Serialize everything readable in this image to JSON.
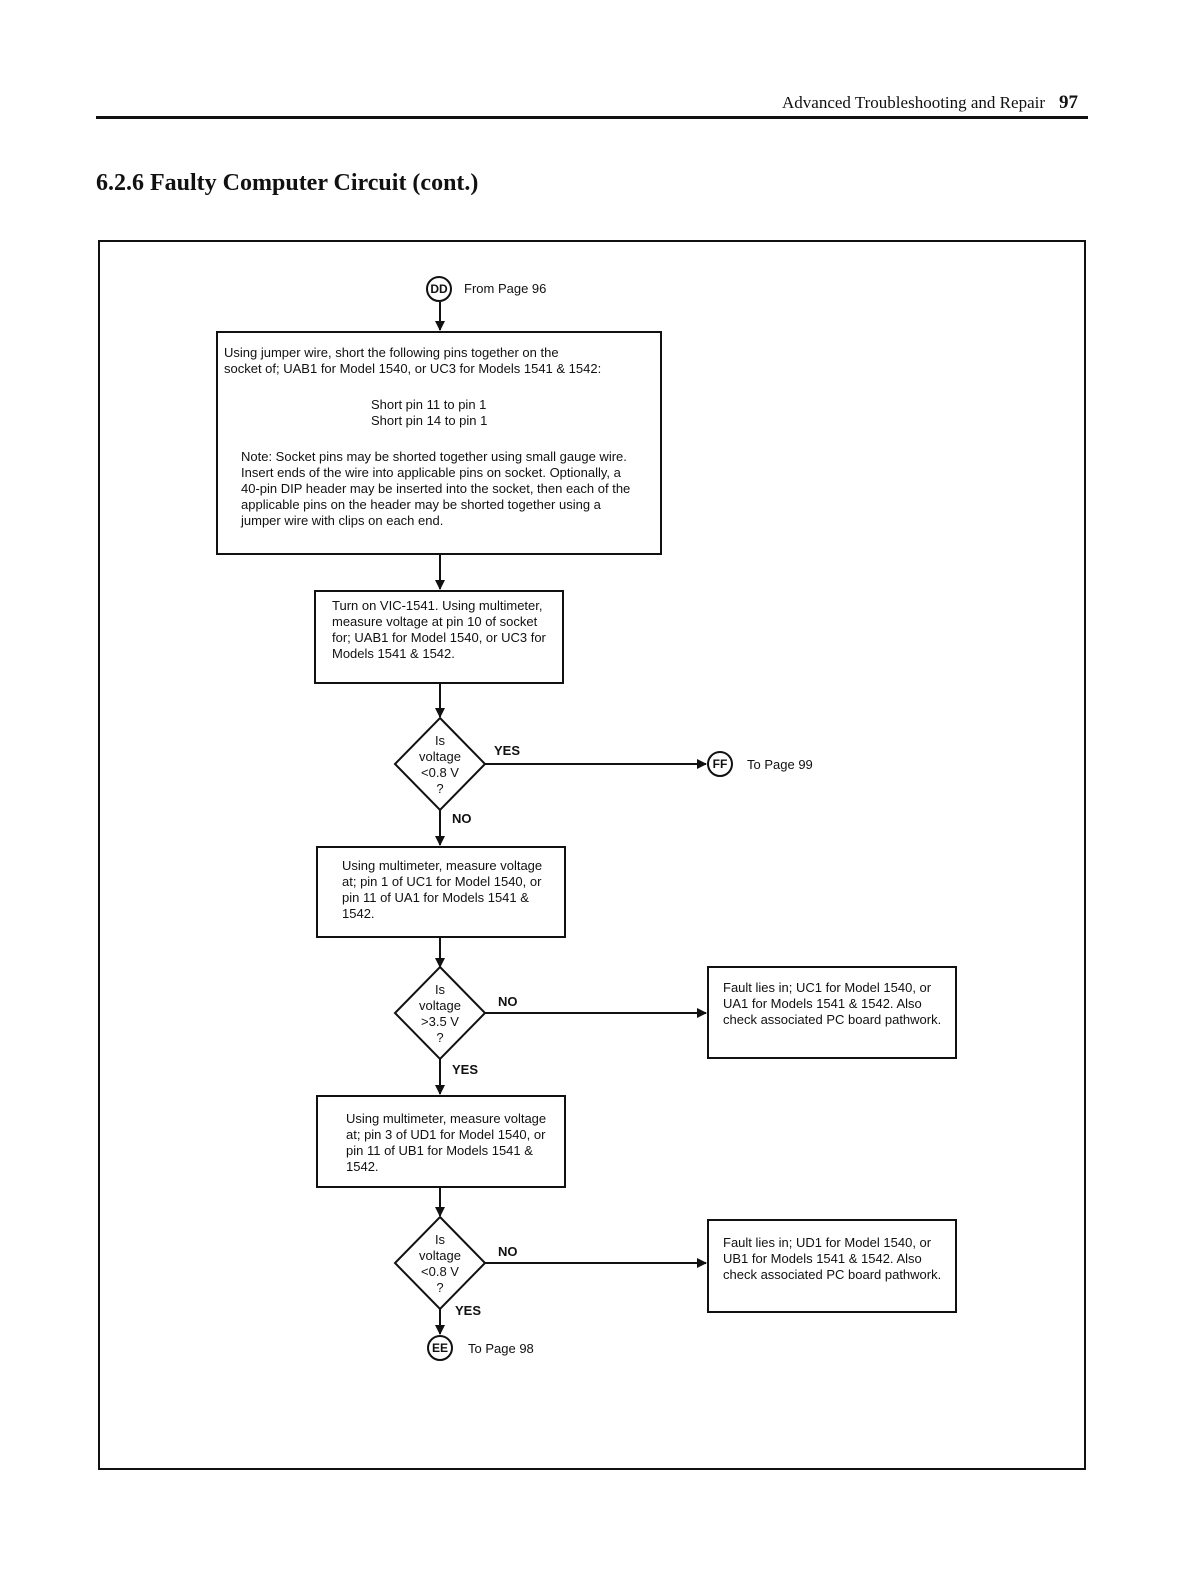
{
  "header": {
    "running_title": "Advanced Troubleshooting and Repair",
    "page_number": "97"
  },
  "section": {
    "title": "6.2.6  Faulty Computer Circuit (cont.)"
  },
  "flow": {
    "start": {
      "id": "DD",
      "label": "From Page 96"
    },
    "box1": {
      "line1": "Using jumper wire, short the following pins together on the",
      "line2": "socket of; UAB1 for Model 1540, or UC3 for Models 1541 & 1542:",
      "short1": "Short pin 11 to pin 1",
      "short2": "Short pin 14 to pin 1",
      "note": "Note: Socket pins may be shorted together using small gauge wire.  Insert ends of the wire into applicable pins on socket.  Optionally, a 40-pin DIP header may be inserted into the socket, then each of the applicable pins on the header may be shorted together using a jumper wire with clips on each end."
    },
    "box2": {
      "text": "Turn on VIC-1541.  Using multimeter, measure voltage at pin 10 of socket for; UAB1 for Model 1540, or UC3 for Models 1541 & 1542."
    },
    "decision1": {
      "l1": "Is",
      "l2": "voltage",
      "l3": "<0.8 V",
      "l4": "?",
      "yes": "YES",
      "no": "NO"
    },
    "connector_ff": {
      "id": "FF",
      "label": "To Page 99"
    },
    "box3": {
      "text": "Using multimeter, measure voltage at; pin 1 of UC1 for Model 1540, or pin 11 of UA1 for Models 1541 & 1542."
    },
    "decision2": {
      "l1": "Is",
      "l2": "voltage",
      "l3": ">3.5 V",
      "l4": "?",
      "no": "NO",
      "yes": "YES"
    },
    "fault1": {
      "text": "Fault lies in; UC1 for Model 1540, or UA1 for Models 1541 & 1542.  Also check associated PC board pathwork."
    },
    "box4": {
      "text": "Using multimeter, measure voltage at; pin 3 of UD1 for Model 1540, or pin 11 of UB1 for Models 1541 & 1542."
    },
    "decision3": {
      "l1": "Is",
      "l2": "voltage",
      "l3": "<0.8 V",
      "l4": "?",
      "no": "NO",
      "yes": "YES"
    },
    "fault2": {
      "text": "Fault lies in; UD1 for Model 1540, or UB1 for Models 1541 & 1542.  Also check associated PC board pathwork."
    },
    "end": {
      "id": "EE",
      "label": "To Page 98"
    }
  }
}
